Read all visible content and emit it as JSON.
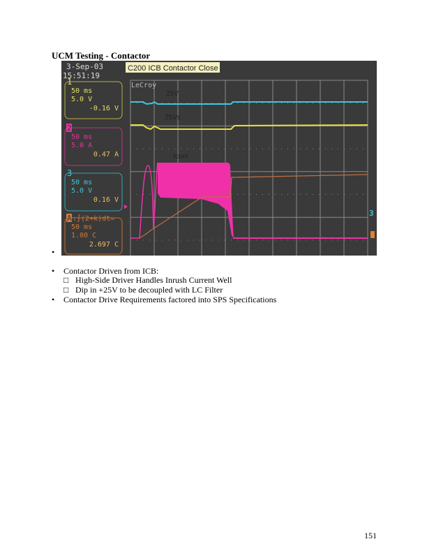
{
  "heading": "UCM Testing - Contactor",
  "scope": {
    "date": "3-Sep-03",
    "time": "15:51:19",
    "caption": "C200 ICB Contactor Close",
    "brand": "LeCroy",
    "channels": [
      {
        "id": "1",
        "timebase": "50 ms",
        "scale": "5.0 V",
        "offset": "-0.16 V",
        "color": "#d8d04a"
      },
      {
        "id": "2",
        "timebase": "50 ms",
        "scale": "5.0 A",
        "offset": "0.47 A",
        "color": "#e0359a"
      },
      {
        "id": "3",
        "timebase": "50 ms",
        "scale": "5.0 V",
        "offset": "0.16 V",
        "color": "#3cc8d8"
      },
      {
        "id": "A",
        "formula": ":∫(2+k)dt=",
        "timebase": "50 ms",
        "scale": "1.00 C",
        "offset": "2.697 C",
        "color": "#d07a3a"
      }
    ],
    "trace_labels": {
      "cyan": "25V",
      "yellow": "25Vs",
      "magenta": "Icont"
    },
    "marker_3": "3"
  },
  "bullets": {
    "empty": "•",
    "b1": "Contactor Driven from ICB:",
    "b1_sub1": "High-Side Driver Handles Inrush Current Well",
    "b1_sub2": "Dip in +25V to be decoupled with LC Filter",
    "b2": "Contactor Drive Requirements factored into SPS Specifications",
    "dot": "•",
    "box": "□"
  },
  "page_number": "151"
}
